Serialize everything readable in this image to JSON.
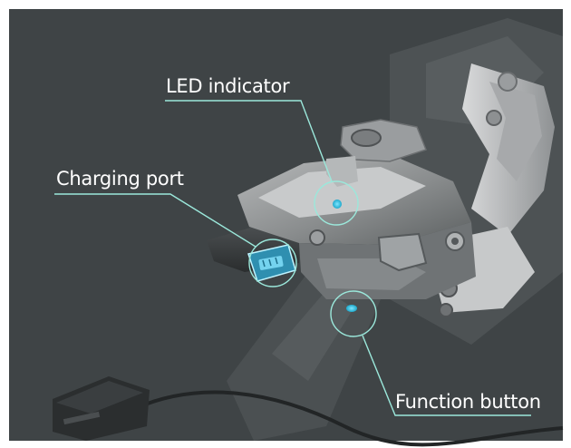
{
  "labels": {
    "led_indicator": "LED indicator",
    "charging_port": "Charging port",
    "function_button": "Function button"
  },
  "colors": {
    "background": "#3f4446",
    "leader_line": "#9be8db",
    "highlight": "#3fc8e8"
  }
}
